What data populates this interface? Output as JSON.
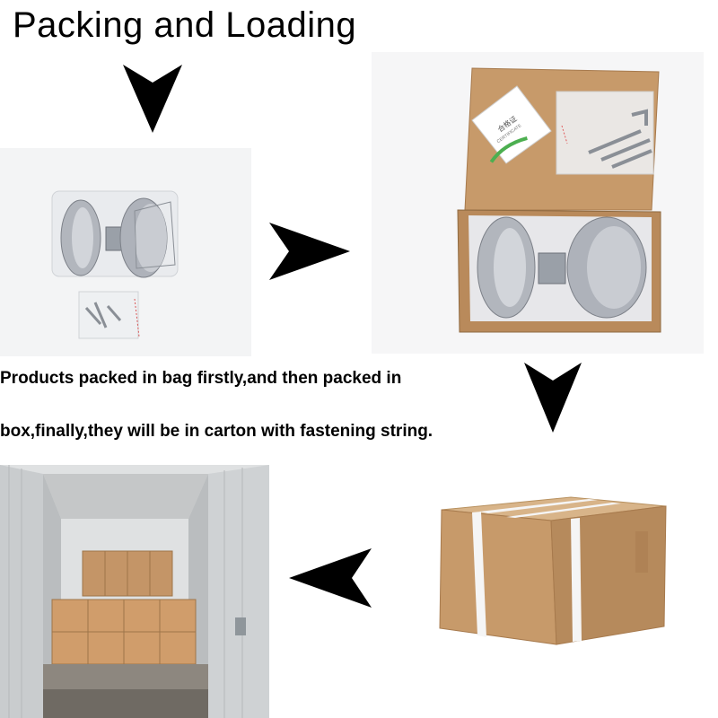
{
  "title": "Packing and Loading",
  "caption": {
    "line1": "Products packed in bag firstly,and then packed in",
    "line2": "box,finally,they will be in carton with fastening string."
  },
  "card_text": {
    "cn": "合格证",
    "en": "CERTIFICATE"
  },
  "colors": {
    "arrow": "#000000",
    "kraft": "#c79a6a",
    "kraft_dark": "#a77a4d",
    "kraft_light": "#d8b489",
    "strap": "#f5f5f5",
    "metal": "#b8bcc4",
    "container_wall": "#d9dbdc",
    "container_floor": "#6f6a63"
  }
}
